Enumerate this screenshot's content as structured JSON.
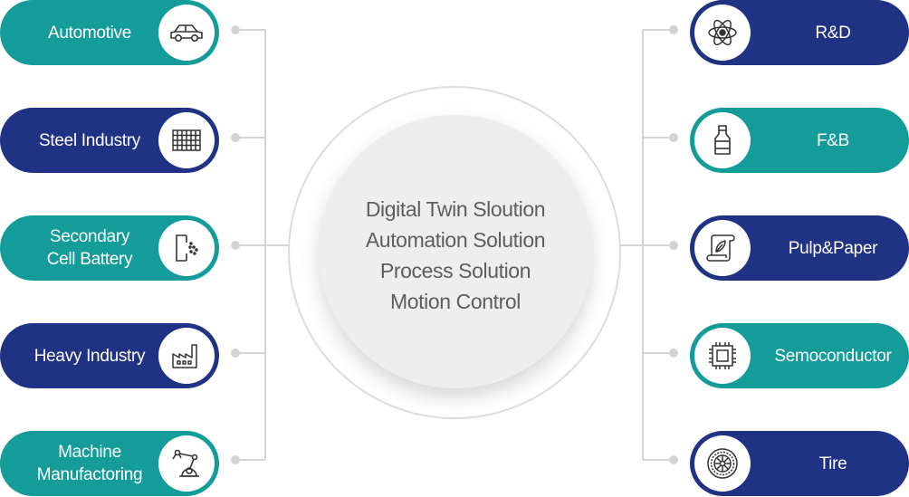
{
  "colors": {
    "teal": "#149c9a",
    "navy": "#1f3284",
    "connector": "#d4d4d4",
    "center_text": "#5d5d5d"
  },
  "center": {
    "lines": [
      "Digital Twin Sloution",
      "Automation Solution",
      "Process Solution",
      "Motion Control"
    ]
  },
  "left_items": [
    {
      "label": "Automotive",
      "icon": "car-icon",
      "color": "teal"
    },
    {
      "label": "Steel Industry",
      "icon": "steel-grid-icon",
      "color": "navy"
    },
    {
      "label": "Secondary\nCell Battery",
      "icon": "battery-cell-icon",
      "color": "teal"
    },
    {
      "label": "Heavy Industry",
      "icon": "factory-icon",
      "color": "navy"
    },
    {
      "label": "Machine\nManufactoring",
      "icon": "robot-arm-icon",
      "color": "teal"
    }
  ],
  "right_items": [
    {
      "label": "R&D",
      "icon": "atom-icon",
      "color": "navy"
    },
    {
      "label": "F&B",
      "icon": "bottle-icon",
      "color": "teal"
    },
    {
      "label": "Pulp&Paper",
      "icon": "paper-scroll-icon",
      "color": "navy"
    },
    {
      "label": "Semoconductor",
      "icon": "chip-icon",
      "color": "teal"
    },
    {
      "label": "Tire",
      "icon": "tire-icon",
      "color": "navy"
    }
  ]
}
